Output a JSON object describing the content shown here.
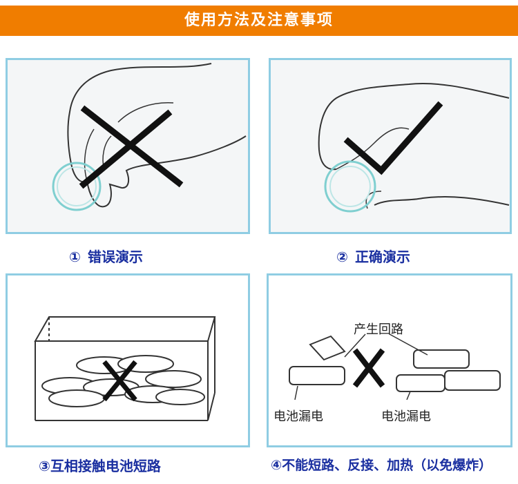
{
  "header": {
    "title": "使用方法及注意事项"
  },
  "panels": [
    {
      "caption_num": "①",
      "caption_text": "错误演示"
    },
    {
      "caption_num": "②",
      "caption_text": "正确演示"
    },
    {
      "caption_num": "③",
      "caption_text": "互相接触电池短路"
    },
    {
      "caption_num": "④",
      "caption_text": "不能短路、反接、加热（以免爆炸）"
    }
  ],
  "panel4_labels": {
    "circuit": "产生回路",
    "leak_left": "电池漏电",
    "leak_right": "电池漏电"
  },
  "colors": {
    "header_bg": "#f07d00",
    "panel_border": "#8fcde3",
    "caption_text": "#1a2fa0",
    "battery_ring": "#7fcfd0"
  },
  "icons": [
    "wrong-cross-icon",
    "correct-check-icon"
  ]
}
